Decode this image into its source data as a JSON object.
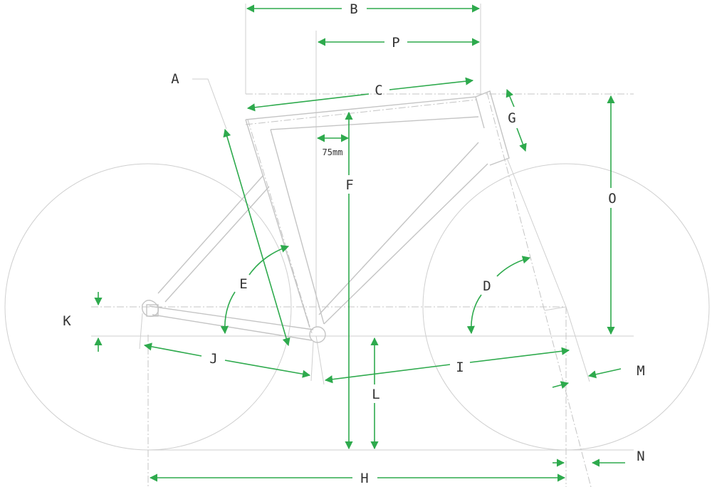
{
  "colors": {
    "dimension": "#2eaa4d",
    "frame": "#c4c4c4",
    "text": "#333333"
  },
  "labels": {
    "A": "A",
    "B": "B",
    "C": "C",
    "D": "D",
    "E": "E",
    "F": "F",
    "G": "G",
    "H": "H",
    "I": "I",
    "J": "J",
    "K": "K",
    "L": "L",
    "M": "M",
    "N": "N",
    "O": "O",
    "P": "P"
  },
  "annotation": {
    "offset": "75mm"
  }
}
